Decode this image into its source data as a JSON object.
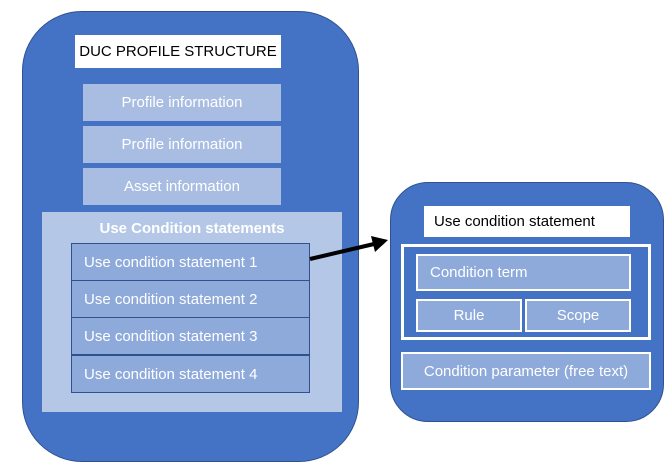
{
  "profile": {
    "title": "DUC PROFILE STRUCTURE",
    "bars": [
      "Profile information",
      "Profile information",
      "Asset information"
    ],
    "section_title": "Use Condition statements",
    "statements": [
      "Use condition statement 1",
      "Use condition statement 2",
      "Use condition statement 3",
      "Use condition statement 4"
    ]
  },
  "detail": {
    "title": "Use condition statement",
    "condition_term": "Condition term",
    "rule": "Rule",
    "scope": "Scope",
    "parameter": "Condition parameter (free text)"
  },
  "colors": {
    "container": "#4472c4",
    "light_bar": "#a9bde3",
    "section_bg": "#b4c7e7",
    "item_fill": "#8eaadb",
    "item_border": "#2f528f"
  }
}
